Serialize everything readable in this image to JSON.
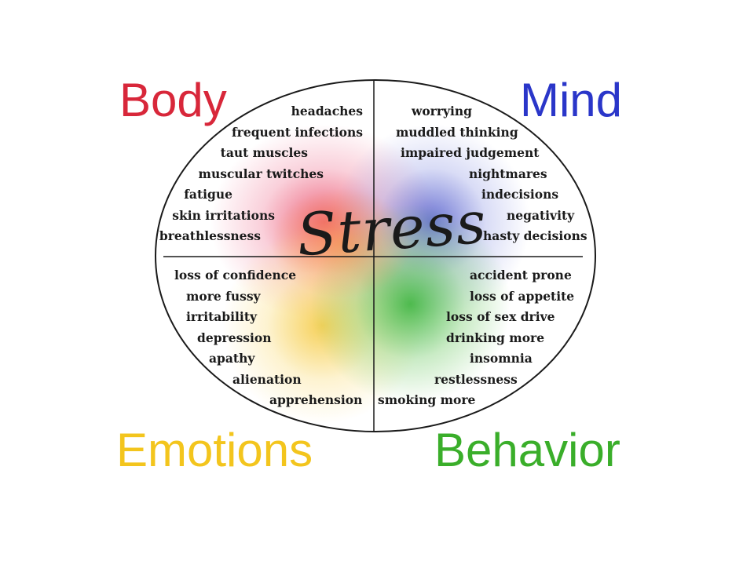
{
  "center_label": "Stress",
  "colors": {
    "body": "#d8273a",
    "mind": "#2a36c9",
    "emotions": "#f3c51d",
    "behavior": "#3aae2a",
    "outline": "#1a1a1a"
  },
  "quadrants": [
    {
      "id": "body",
      "title": "Body",
      "symptoms": [
        "headaches",
        "frequent infections",
        "taut muscles",
        "muscular twitches",
        "fatigue",
        "skin irritations",
        "breathlessness"
      ]
    },
    {
      "id": "mind",
      "title": "Mind",
      "symptoms": [
        "worrying",
        "muddled thinking",
        "impaired judgement",
        "nightmares",
        "indecisions",
        "negativity",
        "hasty decisions"
      ]
    },
    {
      "id": "emotions",
      "title": "Emotions",
      "symptoms": [
        "loss of confidence",
        "more fussy",
        "irritability",
        "depression",
        "apathy",
        "alienation",
        "apprehension"
      ]
    },
    {
      "id": "behavior",
      "title": "Behavior",
      "symptoms": [
        "accident prone",
        "loss of appetite",
        "loss of sex drive",
        "drinking more",
        "insomnia",
        "restlessness",
        "smoking more"
      ]
    }
  ]
}
